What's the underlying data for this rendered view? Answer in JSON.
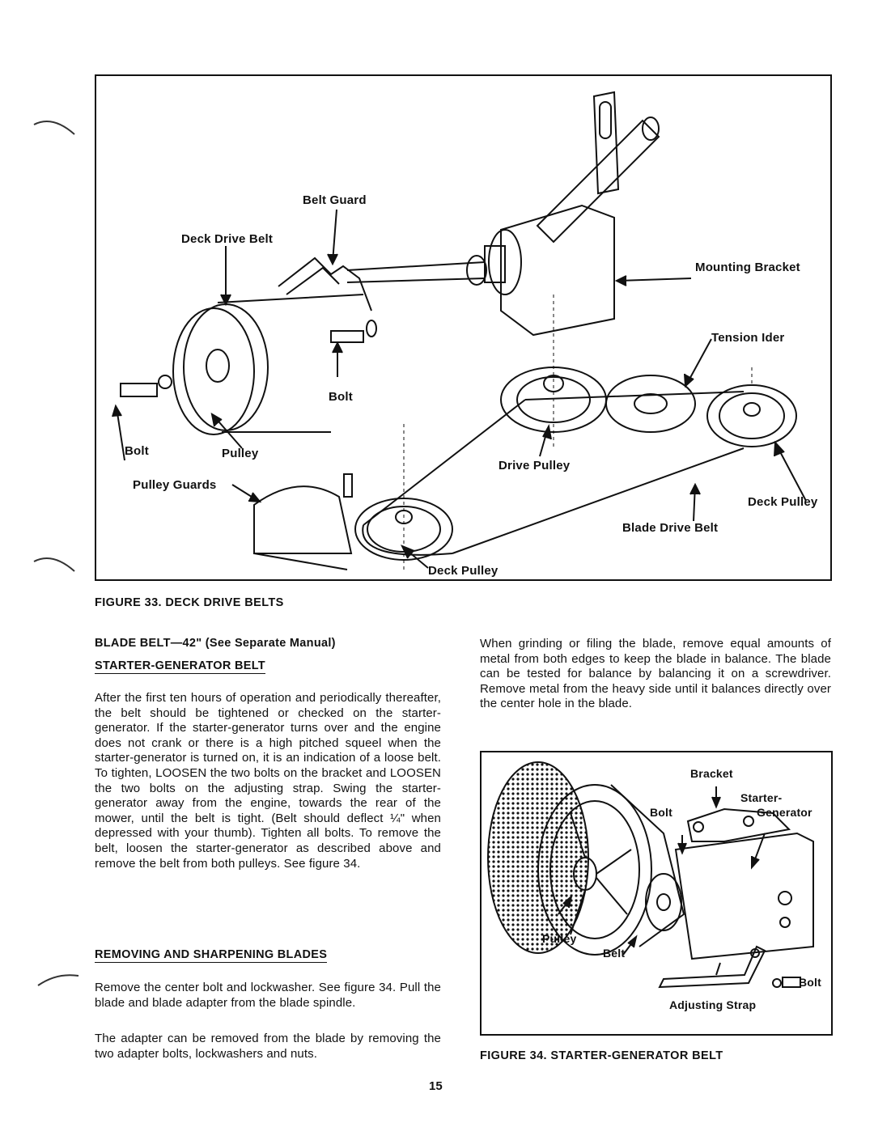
{
  "figure33": {
    "labels": {
      "belt_guard": "Belt Guard",
      "deck_drive_belt": "Deck Drive Belt",
      "mounting_bracket": "Mounting Bracket",
      "tension_idler": "Tension Ider",
      "bolt_center": "Bolt",
      "bolt_left": "Bolt",
      "pulley": "Pulley",
      "drive_pulley": "Drive Pulley",
      "pulley_guards": "Pulley Guards",
      "deck_pulley_right": "Deck Pulley",
      "blade_drive_belt": "Blade Drive Belt",
      "deck_pulley_bottom": "Deck Pulley"
    },
    "caption": "FIGURE 33. DECK DRIVE BELTS"
  },
  "left_column": {
    "blade_belt_heading": "BLADE BELT—42\" (See Separate Manual)",
    "starter_heading": "STARTER-GENERATOR BELT",
    "starter_paragraph": "After the first ten hours of operation and periodically thereafter, the belt should be tightened or checked on the starter-generator. If the starter-generator turns over and the engine does not crank or there is a high pitched squeel when the starter-generator is turned on, it is an indication of a loose belt. To tighten, LOOSEN the two bolts on the bracket and LOOSEN the two bolts on the adjusting strap. Swing the starter-generator away from the engine, towards the rear of the mower, until the belt is tight. (Belt should deflect ¼\" when depressed with your thumb). Tighten all bolts. To remove the belt, loosen the starter-generator as described above and remove the belt from both pulleys. See figure 34.",
    "blades_heading": "REMOVING AND SHARPENING BLADES",
    "blades_paragraph_1": "Remove the center bolt and lockwasher. See figure 34. Pull the blade and blade adapter from the blade spindle.",
    "blades_paragraph_2": "The adapter can be removed from the blade by removing the two adapter bolts, lockwashers and nuts."
  },
  "right_column": {
    "grinding_paragraph": "When grinding or filing the blade, remove equal amounts of metal from both edges to keep the blade in balance. The blade can be tested for balance by balancing it on a screwdriver. Remove metal from the heavy side until it balances directly over the center hole in the blade."
  },
  "figure34": {
    "labels": {
      "bracket": "Bracket",
      "starter": "Starter-",
      "generator": "Generator",
      "bolt_top": "Bolt",
      "pulley": "Pulley",
      "belt": "Belt",
      "bolt_right": "Bolt",
      "adjusting_strap": "Adjusting Strap"
    },
    "caption": "FIGURE 34. STARTER-GENERATOR BELT"
  },
  "page_number": "15"
}
